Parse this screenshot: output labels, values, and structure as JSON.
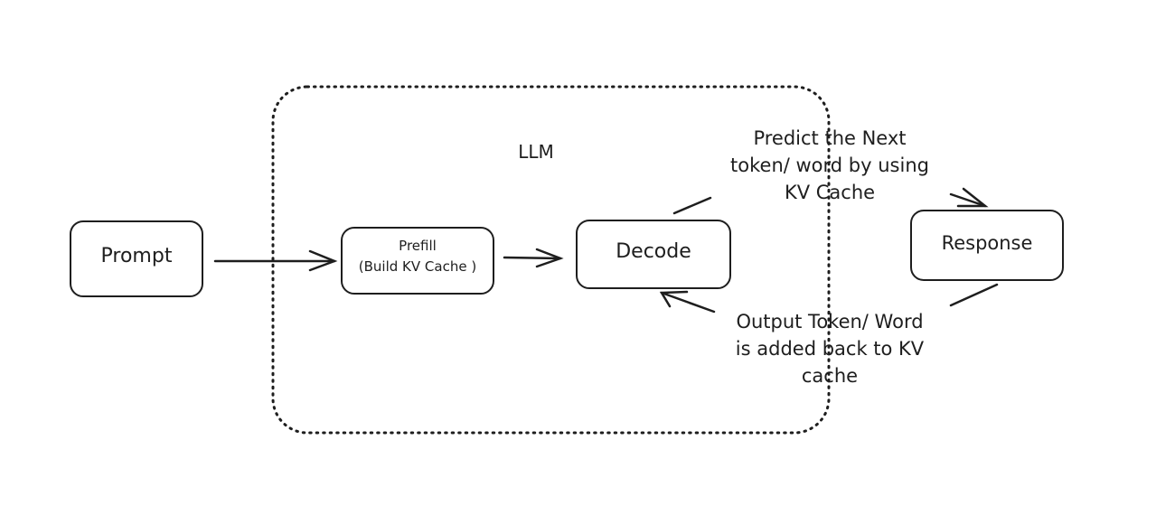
{
  "nodes": {
    "prompt": "Prompt",
    "prefill_line1": "Prefill",
    "prefill_line2": "(Build KV Cache )",
    "decode": "Decode",
    "response": "Response"
  },
  "group": {
    "label": "LLM"
  },
  "edges": {
    "predict_line1": "Predict the Next",
    "predict_line2": "token/ word by using",
    "predict_line3": "KV Cache",
    "output_line1": "Output Token/ Word",
    "output_line2": "is added back to KV",
    "output_line3": "cache"
  },
  "colors": {
    "stroke": "#1e1e1e",
    "background": "#ffffff"
  }
}
